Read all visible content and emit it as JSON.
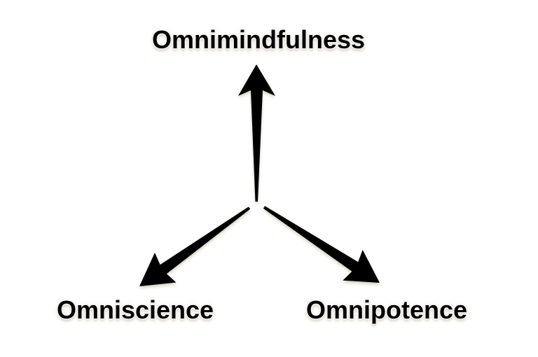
{
  "diagram": {
    "nodes": {
      "top": {
        "label": "Omnimindfulness"
      },
      "bottom_left": {
        "label": "Omniscience"
      },
      "bottom_right": {
        "label": "Omnipotence"
      }
    },
    "arrows": [
      {
        "name": "arrow-up",
        "from": "center",
        "to": "top"
      },
      {
        "name": "arrow-down-left",
        "from": "center",
        "to": "bottom_left"
      },
      {
        "name": "arrow-down-right",
        "from": "center",
        "to": "bottom_right"
      }
    ],
    "colors": {
      "background": "#ffffff",
      "text": "#000000",
      "arrow": "#000000",
      "label_halo": "#ffffff",
      "label_shadow": "#cfc5a9"
    }
  }
}
